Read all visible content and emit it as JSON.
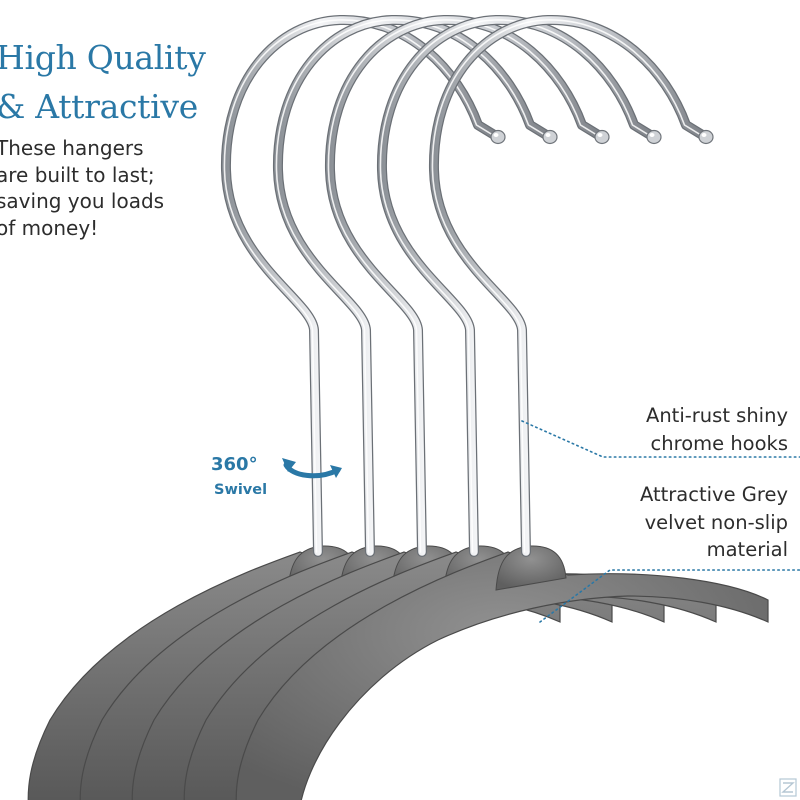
{
  "headline": {
    "line1": "High Quality",
    "line2": "& Attractive"
  },
  "intro": {
    "line1": "These hangers",
    "line2": "are built to last;",
    "line3": "saving you loads",
    "line4": "of money!"
  },
  "swivel": {
    "degrees": "360°",
    "word": "Swivel"
  },
  "callouts": {
    "hooks": {
      "line1": "Anti-rust shiny",
      "line2": "chrome hooks"
    },
    "velvet": {
      "line1": "Attractive Grey",
      "line2": "velvet non-slip",
      "line3": "material"
    }
  },
  "colors": {
    "accent_blue": "#2a78a6",
    "body_text": "#2d2d2d",
    "velvet_grey": "#6f6f6f",
    "chrome": "#cfd2d6",
    "background": "#ffffff"
  },
  "icons": {
    "swivel": "rotate-arrow-icon",
    "brand": "brand-mark-icon"
  },
  "hanger_count": 5
}
